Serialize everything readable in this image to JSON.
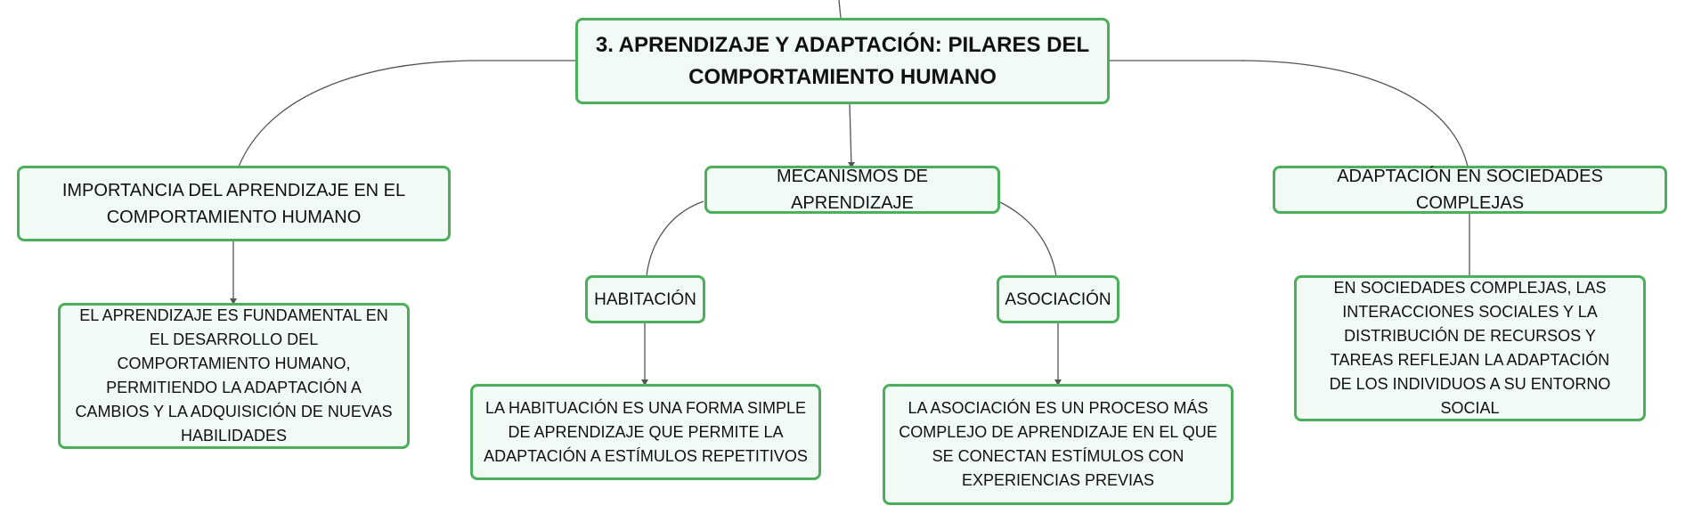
{
  "diagram": {
    "root": {
      "text": "3. APRENDIZAJE Y ADAPTACIÓN: PILARES DEL COMPORTAMIENTO HUMANO"
    },
    "branches": {
      "importance": {
        "title": "IMPORTANCIA DEL APRENDIZAJE EN EL COMPORTAMIENTO HUMANO",
        "detail": "EL APRENDIZAJE ES FUNDAMENTAL EN EL DESARROLLO DEL COMPORTAMIENTO HUMANO, PERMITIENDO LA ADAPTACIÓN A CAMBIOS Y LA ADQUISICIÓN DE NUEVAS HABILIDADES"
      },
      "mechanisms": {
        "title": "MECANISMOS DE APRENDIZAJE",
        "habituation": {
          "title": "HABITACIÓN",
          "detail": "LA HABITUACIÓN ES UNA FORMA SIMPLE DE APRENDIZAJE QUE PERMITE LA ADAPTACIÓN A ESTÍMULOS REPETITIVOS"
        },
        "association": {
          "title": "ASOCIACIÓN",
          "detail": "LA ASOCIACIÓN ES UN PROCESO MÁS COMPLEJO DE APRENDIZAJE EN EL QUE SE CONECTAN ESTÍMULOS CON EXPERIENCIAS PREVIAS"
        }
      },
      "adaptation": {
        "title": "ADAPTACIÓN EN SOCIEDADES COMPLEJAS",
        "detail": "EN SOCIEDADES COMPLEJAS, LAS INTERACCIONES SOCIALES Y LA DISTRIBUCIÓN DE RECURSOS Y TAREAS REFLEJAN LA ADAPTACIÓN DE LOS INDIVIDUOS A SU ENTORNO SOCIAL"
      }
    },
    "colors": {
      "node_border": "#4caf5b",
      "node_fill": "#f1faf4",
      "connector": "#555555"
    }
  }
}
